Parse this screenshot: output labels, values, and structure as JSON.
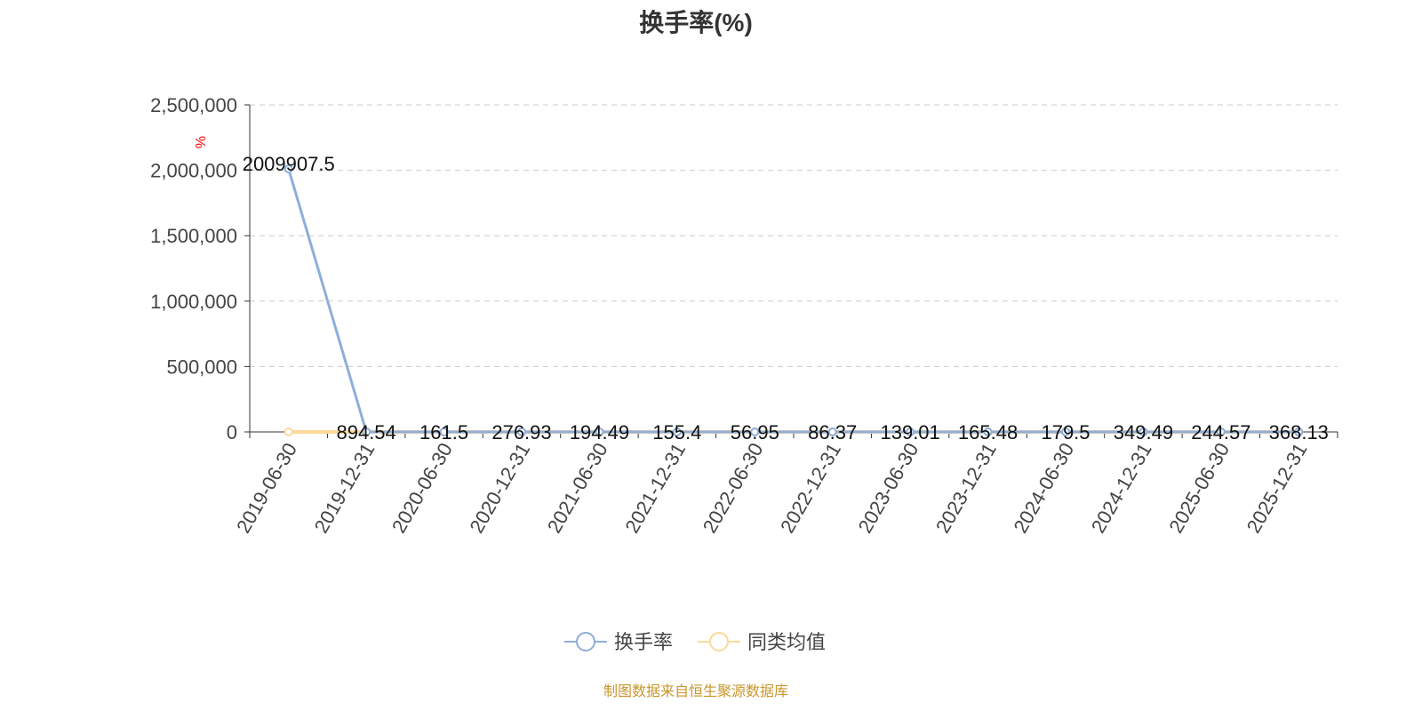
{
  "chart_data": {
    "type": "line",
    "title": "换手率(%)",
    "ylabel": "%",
    "ylim": [
      0,
      2500000
    ],
    "yticks": [
      "0",
      "500,000",
      "1,000,000",
      "1,500,000",
      "2,000,000",
      "2,500,000"
    ],
    "categories": [
      "2019-06-30",
      "2019-12-31",
      "2020-06-30",
      "2020-12-31",
      "2021-06-30",
      "2021-12-31",
      "2022-06-30",
      "2022-12-31",
      "2023-06-30",
      "2023-12-31",
      "2024-06-30",
      "2024-12-31",
      "2025-06-30",
      "2025-12-31"
    ],
    "series": [
      {
        "name": "换手率",
        "color": "#8eaedb",
        "values": [
          2009907.5,
          894.54,
          161.5,
          276.93,
          194.49,
          155.4,
          56.95,
          86.37,
          139.01,
          165.48,
          179.5,
          349.49,
          244.57,
          368.13
        ],
        "labels": [
          "2009907.5",
          "894.54",
          "161.5",
          "276.93",
          "194.49",
          "155.4",
          "56.95",
          "86.37",
          "139.01",
          "165.48",
          "179.5",
          "349.49",
          "244.57",
          "368.13"
        ]
      },
      {
        "name": "同类均值",
        "color": "#fcd89a",
        "values": [
          0,
          0,
          0,
          0,
          0,
          0,
          0,
          0,
          0,
          0,
          0,
          0,
          0,
          0
        ]
      }
    ],
    "grid": true,
    "legend": "bottom"
  },
  "source": "制图数据来自恒生聚源数据库"
}
